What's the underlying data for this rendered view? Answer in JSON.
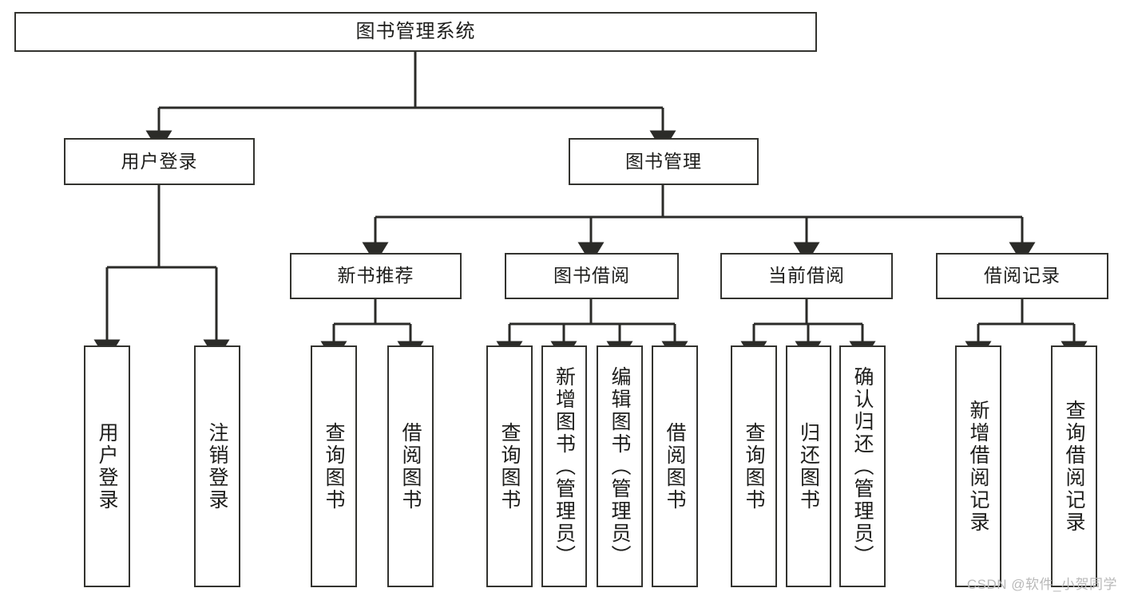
{
  "diagram": {
    "title": "图书管理系统",
    "type": "tree-hierarchy",
    "root": {
      "label": "图书管理系统"
    },
    "level2": [
      {
        "label": "用户登录"
      },
      {
        "label": "图书管理"
      }
    ],
    "level3": [
      {
        "label": "新书推荐"
      },
      {
        "label": "图书借阅"
      },
      {
        "label": "当前借阅"
      },
      {
        "label": "借阅记录"
      }
    ],
    "leaves": {
      "user_login": [
        {
          "label": "用户登录"
        },
        {
          "label": "注销登录"
        }
      ],
      "new_book_recommend": [
        {
          "label": "查询图书"
        },
        {
          "label": "借阅图书"
        }
      ],
      "book_borrow": [
        {
          "label": "查询图书"
        },
        {
          "label": "新增图书（管理员）"
        },
        {
          "label": "编辑图书（管理员）"
        },
        {
          "label": "借阅图书"
        }
      ],
      "current_borrow": [
        {
          "label": "查询图书"
        },
        {
          "label": "归还图书"
        },
        {
          "label": "确认归还（管理员）"
        }
      ],
      "borrow_record": [
        {
          "label": "新增借阅记录"
        },
        {
          "label": "查询借阅记录"
        }
      ]
    }
  },
  "watermark": {
    "text": "CSDN @软件_小贺同学"
  },
  "colors": {
    "box_border": "#33332f",
    "box_fill": "#ffffff",
    "line": "#2b2b28",
    "text": "#1d1d1b",
    "watermark": "#b9b9b9",
    "background": "#ffffff"
  }
}
